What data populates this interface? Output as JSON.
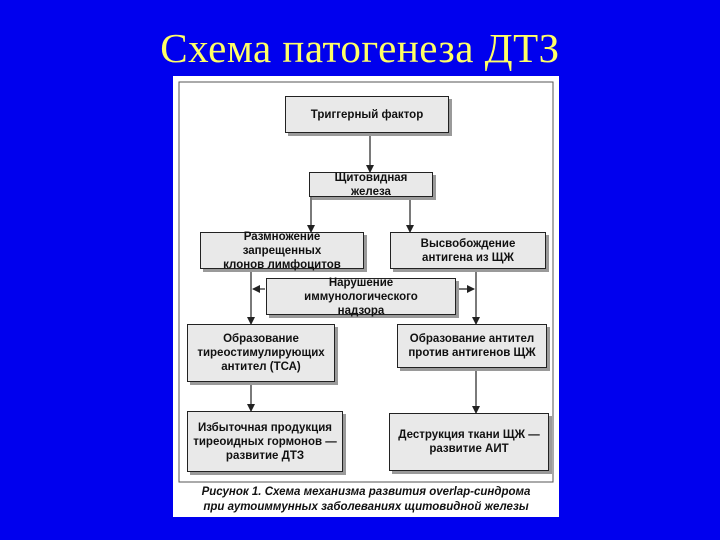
{
  "slide": {
    "title": "Схема патогенеза ДТЗ"
  },
  "diagram": {
    "nodes": {
      "trigger": "Триггерный фактор",
      "thyroid": "Щитовидная железа",
      "clones": "Размножение запрещенных\nклонов лимфоцитов",
      "antigen_release": "Высвобождение\nантигена из ЩЖ",
      "immune_disorder": "Нарушение иммунологического\nнадзора",
      "tsa": "Образование\nтиреостимулирующих\nантител (ТСА)",
      "antibodies": "Образование антител\nпротив антигенов ЩЖ",
      "hormones": "Избыточная продукция\nтиреоидных гормонов —\nразвитие ДТЗ",
      "destruction": "Деструкция ткани ЩЖ —\nразвитие АИТ"
    },
    "caption": "Рисунок 1. Схема механизма развития overlap-синдрома\nпри аутоиммунных заболеваниях щитовидной железы"
  }
}
